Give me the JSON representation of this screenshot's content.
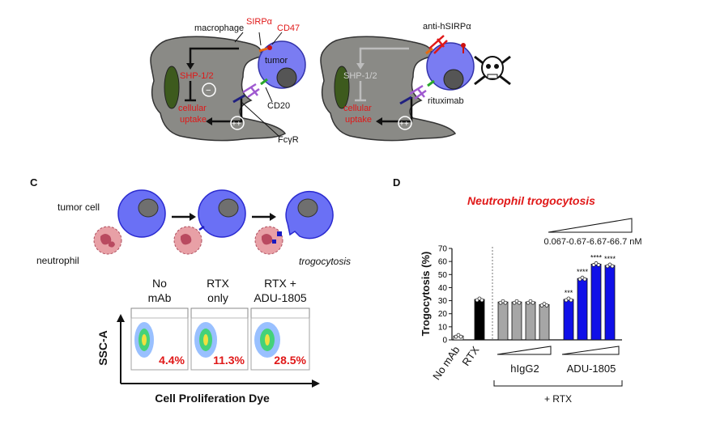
{
  "panel_b": {
    "left": {
      "macrophage": "macrophage",
      "sirpa": "SIRPα",
      "cd47": "CD47",
      "tumor": "tumor",
      "shp": "SHP-1/2",
      "minus": "−",
      "cellular": "cellular",
      "uptake": "uptake",
      "plusplus": "++",
      "cd20": "CD20",
      "fcyr": "FcγR"
    },
    "right": {
      "anti": "anti-hSIRPα",
      "shp": "SHP-1/2",
      "cellular": "cellular",
      "uptake": "uptake",
      "plusplus": "++",
      "rituximab": "rituximab"
    }
  },
  "panel_c": {
    "letter": "C",
    "tumor_cell": "tumor cell",
    "neutrophil": "neutrophil",
    "trogocytosis": "trogocytosis",
    "plots": [
      {
        "title1": "No",
        "title2": "mAb",
        "pct": "4.4%"
      },
      {
        "title1": "RTX",
        "title2": "only",
        "pct": "11.3%"
      },
      {
        "title1": "RTX +",
        "title2": "ADU-1805",
        "pct": "28.5%"
      }
    ],
    "ylabel": "SSC-A",
    "xlabel": "Cell Proliferation Dye"
  },
  "panel_d": {
    "letter": "D",
    "title": "Neutrophil trogocytosis",
    "conc": "0.067-0.67-6.67-66.7 nM",
    "ylabel": "Trogocytosis (%)",
    "yticks": [
      "0",
      "10",
      "20",
      "30",
      "40",
      "50",
      "60",
      "70"
    ],
    "cat_nomab": "No mAb",
    "cat_rtx": "RTX",
    "cat_higg2": "hIgG2",
    "cat_adu": "ADU-1805",
    "plus_rtx": "+ RTX"
  },
  "chart_data": {
    "type": "bar",
    "title": "Neutrophil trogocytosis",
    "ylabel": "Trogocytosis (%)",
    "ylim": [
      0,
      70
    ],
    "categories": [
      "No mAb",
      "RTX",
      "hIgG2 0.067",
      "hIgG2 0.67",
      "hIgG2 6.67",
      "hIgG2 66.7",
      "ADU-1805 0.067",
      "ADU-1805 0.67",
      "ADU-1805 6.67",
      "ADU-1805 66.7"
    ],
    "values": [
      3,
      31,
      29,
      29,
      29,
      27,
      31,
      47,
      58,
      57
    ],
    "bar_colors": [
      "#ffffff",
      "#000000",
      "#a6a6a6",
      "#a6a6a6",
      "#a6a6a6",
      "#a6a6a6",
      "#1010e8",
      "#1010e8",
      "#1010e8",
      "#1010e8"
    ],
    "significance": [
      "",
      "",
      "",
      "",
      "",
      "",
      "***",
      "****",
      "****",
      "****"
    ]
  }
}
